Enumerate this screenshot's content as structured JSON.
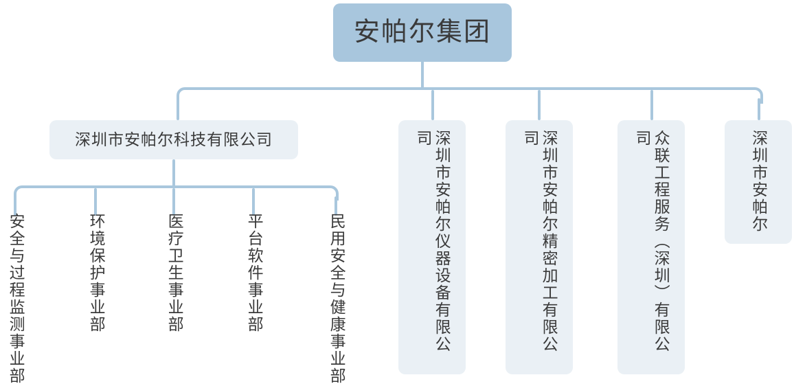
{
  "diagram": {
    "type": "organization-chart",
    "orientation": "top-down",
    "colors": {
      "root_fill": "#a8c6dd",
      "node_fill": "#eaf0f5",
      "connector": "#a9c7dd",
      "text": "#3a3a3a",
      "background": "#ffffff"
    },
    "root": {
      "label": "安帕尔集团"
    },
    "level2": [
      {
        "label": "深圳市安帕尔科技有限公司",
        "orientation": "horizontal"
      },
      {
        "label": "深圳市安帕尔仪器设备有限公司",
        "orientation": "vertical"
      },
      {
        "label": "深圳市安帕尔精密加工有限公司",
        "orientation": "vertical"
      },
      {
        "label": "众联工程服务（深圳）有限公司",
        "orientation": "vertical"
      },
      {
        "label": "深圳市安帕尔",
        "orientation": "vertical"
      }
    ],
    "divisions": [
      {
        "label": "安全与过程监测事业部"
      },
      {
        "label": "环境保护事业部"
      },
      {
        "label": "医疗卫生事业部"
      },
      {
        "label": "平台软件事业部"
      },
      {
        "label": "民用安全与健康事业部"
      }
    ]
  }
}
